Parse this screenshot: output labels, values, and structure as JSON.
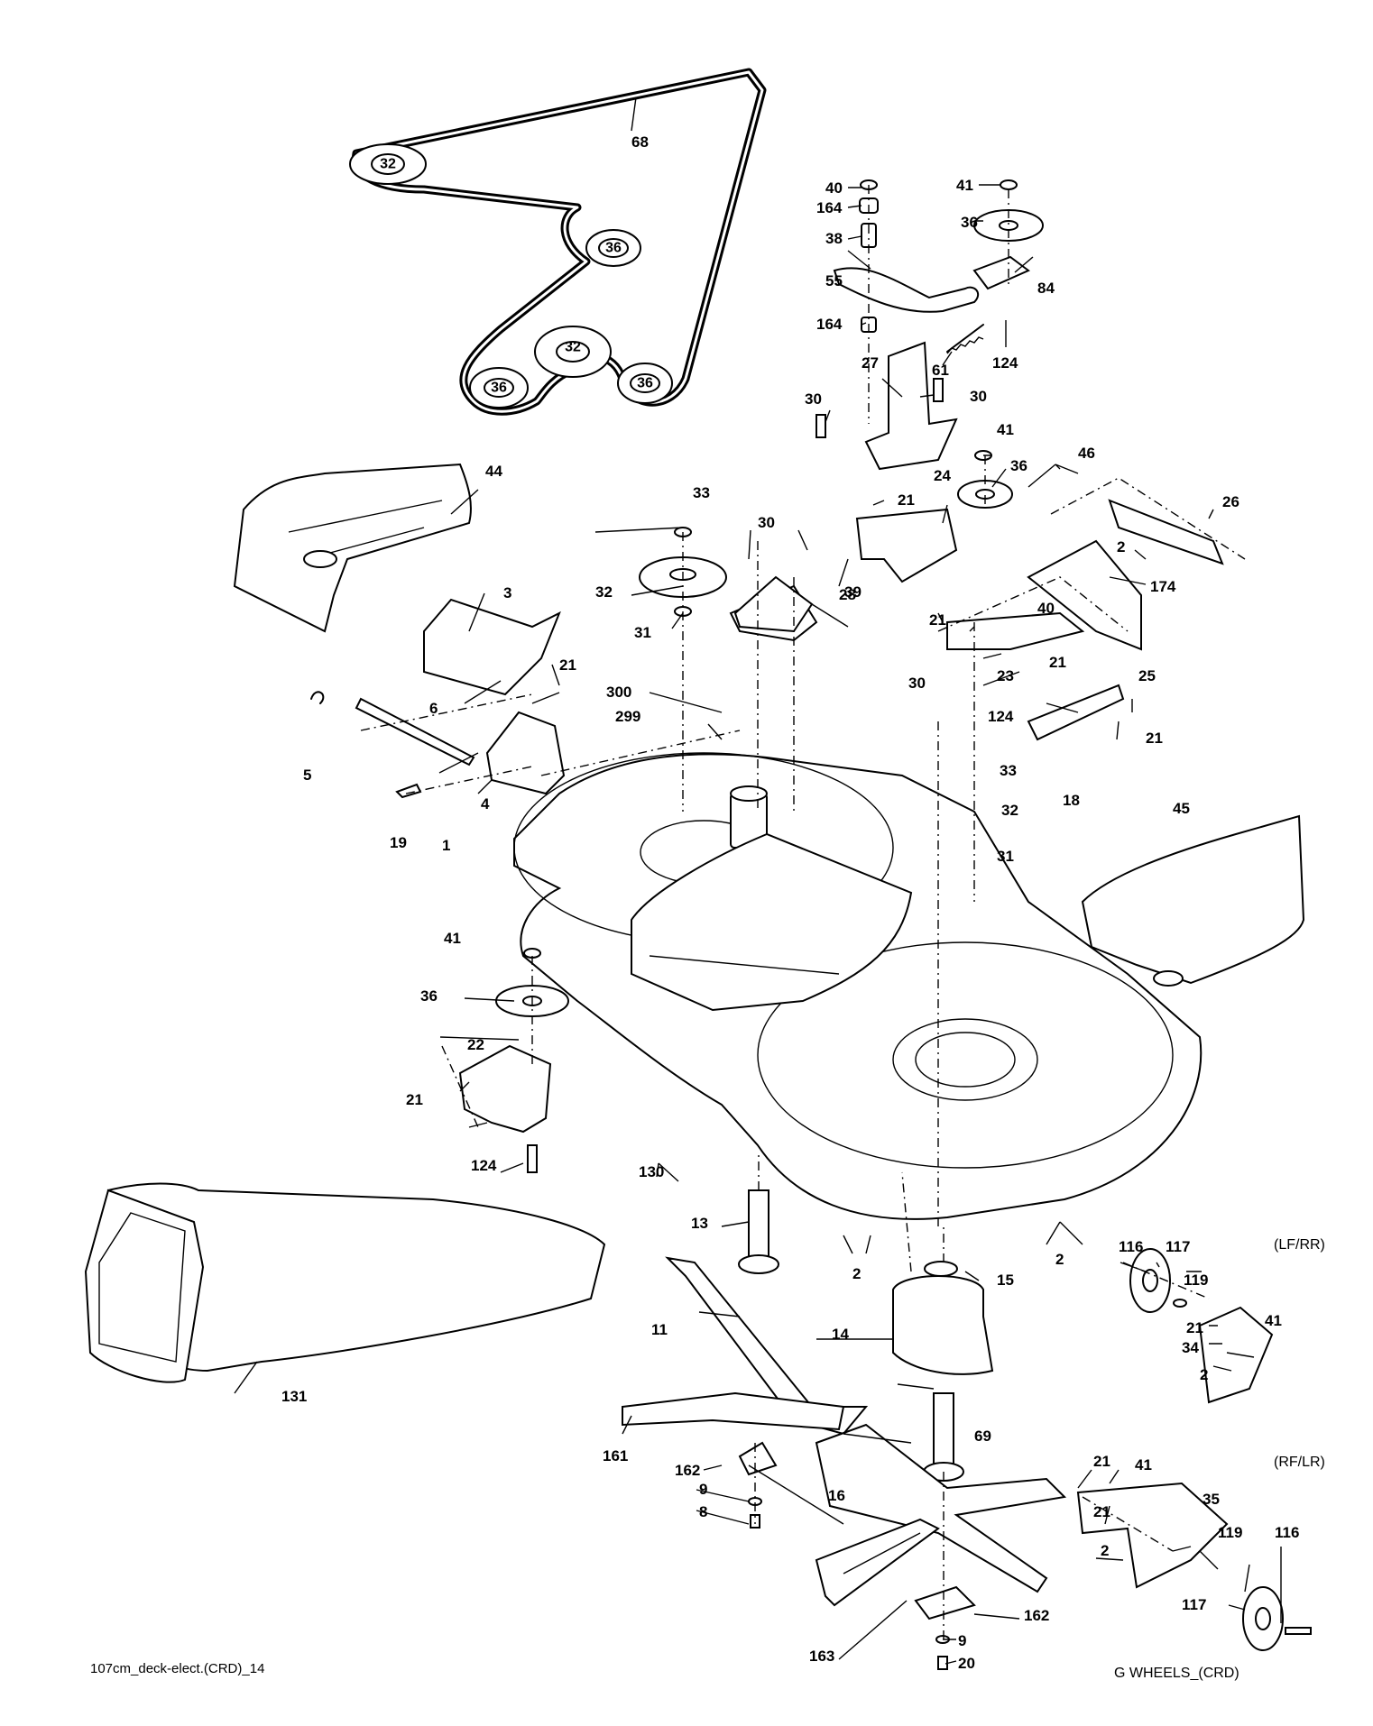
{
  "diagram": {
    "footer_left": "107cm_deck-elect.(CRD)_14",
    "footer_right": "G WHEELS_(CRD)",
    "variant_labels": [
      "(LF/RR)",
      "(RF/LR)"
    ],
    "pulley_labels_on_belt": [
      "32",
      "36",
      "32",
      "36",
      "36"
    ],
    "callouts": [
      "68",
      "40",
      "164",
      "38",
      "41",
      "36",
      "55",
      "84",
      "164",
      "124",
      "61",
      "27",
      "30",
      "30",
      "41",
      "36",
      "46",
      "21",
      "24",
      "26",
      "2",
      "174",
      "44",
      "33",
      "30",
      "32",
      "31",
      "28",
      "39",
      "21",
      "40",
      "23",
      "3",
      "21",
      "6",
      "5",
      "4",
      "19",
      "300",
      "299",
      "30",
      "124",
      "21",
      "25",
      "21",
      "18",
      "33",
      "32",
      "31",
      "45",
      "1",
      "41",
      "36",
      "22",
      "21",
      "124",
      "130",
      "13",
      "2",
      "15",
      "2",
      "116",
      "117",
      "119",
      "21",
      "41",
      "34",
      "2",
      "131",
      "11",
      "14",
      "161",
      "162",
      "9",
      "8",
      "69",
      "16",
      "21",
      "41",
      "35",
      "21",
      "119",
      "116",
      "2",
      "117",
      "163",
      "162",
      "9",
      "20"
    ]
  }
}
